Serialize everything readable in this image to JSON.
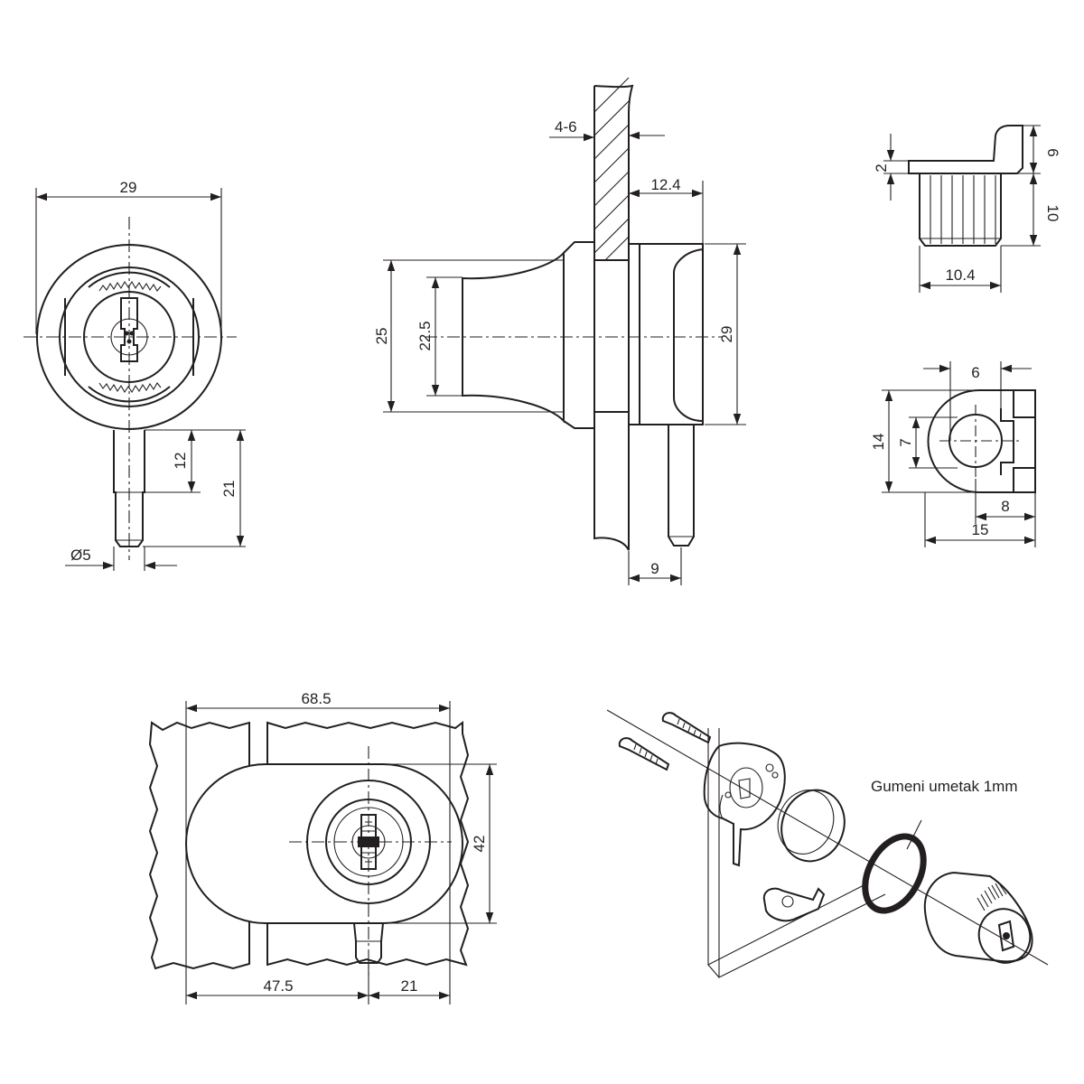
{
  "dimensions": {
    "front_view": {
      "width": "29",
      "pin_length_upper": "12",
      "pin_length_total": "21",
      "pin_diameter": "Ø5"
    },
    "side_view": {
      "glass_thickness": "4-6",
      "body_depth": "12.4",
      "outer_diameter": "25",
      "inner_diameter": "22.5",
      "body_height": "29",
      "pin_offset": "9"
    },
    "strike_top": {
      "flange": "2",
      "height": "6",
      "ribbed_height": "10",
      "ribbed_width": "10.4"
    },
    "strike_front": {
      "hole": "6",
      "slot": "7",
      "height": "14",
      "offset": "8",
      "width": "15"
    },
    "assembly_view": {
      "overall_width": "68.5",
      "height": "42",
      "left_part": "47.5",
      "right_part": "21"
    }
  },
  "annotations": {
    "rubber_washer": "Gumeni umetak 1mm"
  }
}
